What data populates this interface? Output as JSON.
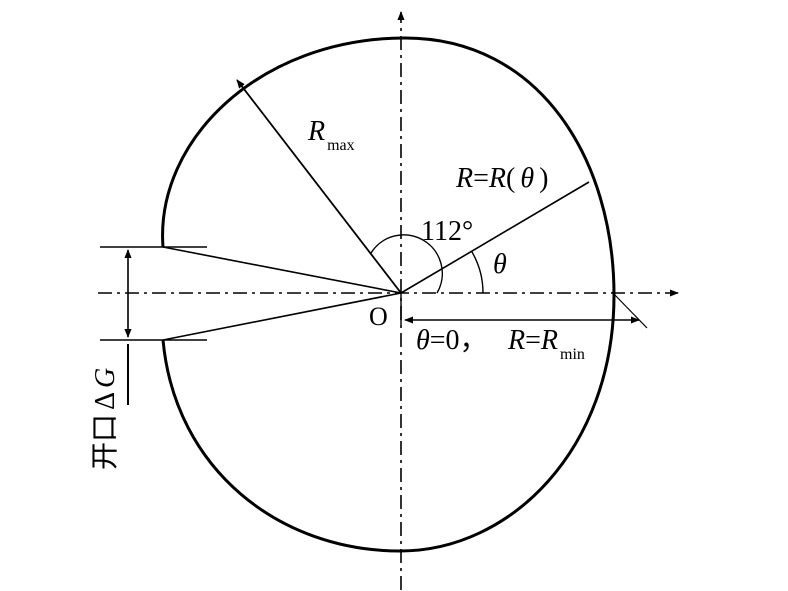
{
  "labels": {
    "r_max_R": "R",
    "r_max_sub": "max",
    "angle_112": "112°",
    "r_theta_R1": "R",
    "r_theta_eq": "=",
    "r_theta_R2": "R",
    "r_theta_paren_open": "(",
    "r_theta_theta": "θ",
    "r_theta_paren_close": ")",
    "theta_symbol": "θ",
    "origin": "O",
    "theta_zero_theta": "θ",
    "theta_zero_rest": "=0，",
    "r_min_R1": "R",
    "r_min_eq": "=",
    "r_min_R2": "R",
    "r_min_sub": "min",
    "opening_text": "开口",
    "opening_delta": "Δ",
    "opening_G": "G"
  },
  "colors": {
    "stroke": "#000000",
    "background": "#ffffff"
  }
}
